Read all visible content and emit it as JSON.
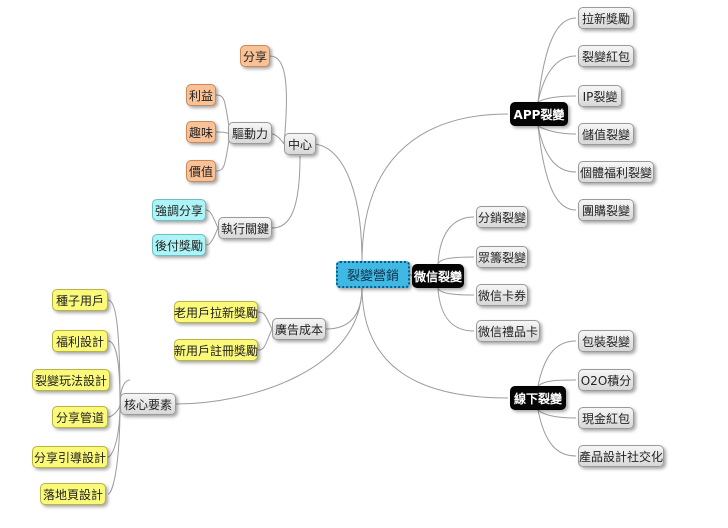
{
  "title": "裂變營銷",
  "branches": {
    "app": {
      "label": "APP裂變",
      "items": [
        "拉新獎勵",
        "裂變紅包",
        "IP裂變",
        "儲值裂變",
        "個體福利裂變",
        "團購裂變"
      ]
    },
    "wechat": {
      "label": "微信裂變",
      "items": [
        "分銷裂變",
        "眾籌裂變",
        "微信卡券",
        "微信禮品卡"
      ]
    },
    "offline": {
      "label": "線下裂變",
      "items": [
        "包裝裂變",
        "O2O積分",
        "現金紅包",
        "產品設計社交化"
      ]
    },
    "center_hub": {
      "label": "中心",
      "share": "分享",
      "drive": {
        "label": "驅動力",
        "items": [
          "利益",
          "趣味",
          "價值"
        ]
      },
      "exec": {
        "label": "執行關鍵",
        "items": [
          "強調分享",
          "後付獎勵"
        ]
      }
    },
    "cost": {
      "label": "廣告成本",
      "items": [
        "老用戶拉新獎勵",
        "新用戶註冊獎勵"
      ]
    },
    "core": {
      "label": "核心要素",
      "items": [
        "種子用戶",
        "福利設計",
        "裂變玩法設計",
        "分享管道",
        "分享引導設計",
        "落地頁設計"
      ]
    }
  }
}
